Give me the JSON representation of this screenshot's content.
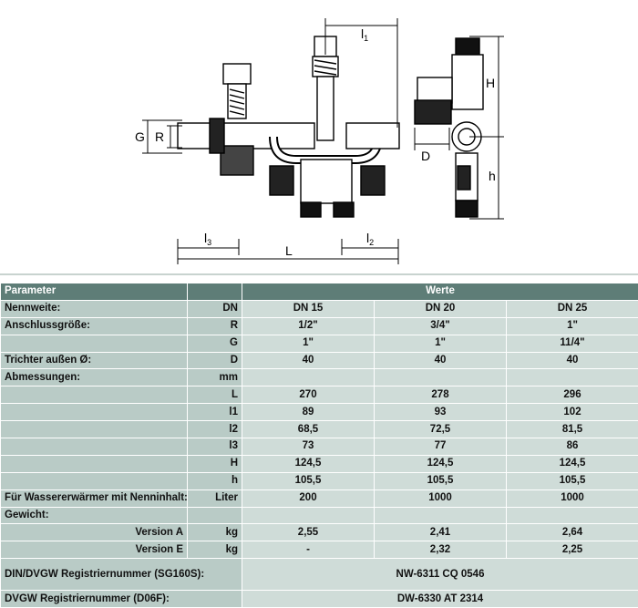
{
  "drawing": {
    "labels": {
      "G": "G",
      "R": "R",
      "D": "D",
      "H": "H",
      "h": "h",
      "L": "L",
      "l": "l",
      "sub1": "1",
      "sub2": "2",
      "sub3": "3"
    }
  },
  "table": {
    "header": {
      "parameter": "Parameter",
      "werte": "Werte"
    },
    "rows": [
      {
        "label": "Nennweite:",
        "unit": "DN",
        "v": [
          "DN 15",
          "DN 20",
          "DN 25"
        ]
      },
      {
        "label": "Anschlussgröße:",
        "unit": "R",
        "v": [
          "1/2\"",
          "3/4\"",
          "1\""
        ]
      },
      {
        "label": "",
        "unit": "G",
        "v": [
          "1\"",
          "1\"",
          "11/4\""
        ]
      },
      {
        "label": "Trichter außen Ø:",
        "unit": "D",
        "v": [
          "40",
          "40",
          "40"
        ]
      },
      {
        "label": "Abmessungen:",
        "unit": "mm",
        "v": [
          "",
          "",
          ""
        ]
      },
      {
        "label": "",
        "unit": "L",
        "v": [
          "270",
          "278",
          "296"
        ]
      },
      {
        "label": "",
        "unit": "l1",
        "v": [
          "89",
          "93",
          "102"
        ]
      },
      {
        "label": "",
        "unit": "l2",
        "v": [
          "68,5",
          "72,5",
          "81,5"
        ]
      },
      {
        "label": "",
        "unit": "l3",
        "v": [
          "73",
          "77",
          "86"
        ]
      },
      {
        "label": "",
        "unit": "H",
        "v": [
          "124,5",
          "124,5",
          "124,5"
        ]
      },
      {
        "label": "",
        "unit": "h",
        "v": [
          "105,5",
          "105,5",
          "105,5"
        ]
      },
      {
        "label": "Für Wassererwärmer mit Nenninhalt:",
        "unit": "Liter",
        "v": [
          "200",
          "1000",
          "1000"
        ]
      },
      {
        "label": "Gewicht:",
        "unit": "",
        "v": [
          "",
          "",
          ""
        ]
      },
      {
        "label": "Version A",
        "unit": "kg",
        "v": [
          "2,55",
          "2,41",
          "2,64"
        ],
        "right": true
      },
      {
        "label": "Version E",
        "unit": "kg",
        "v": [
          "-",
          "2,32",
          "2,25"
        ],
        "right": true
      }
    ],
    "reg1": {
      "label": "DIN/DVGW Registriernummer (SG160S):",
      "value": "NW-6311 CQ 0546"
    },
    "reg2": {
      "label": "DVGW Registriernummer (D06F):",
      "value": "DW-6330 AT 2314"
    }
  }
}
